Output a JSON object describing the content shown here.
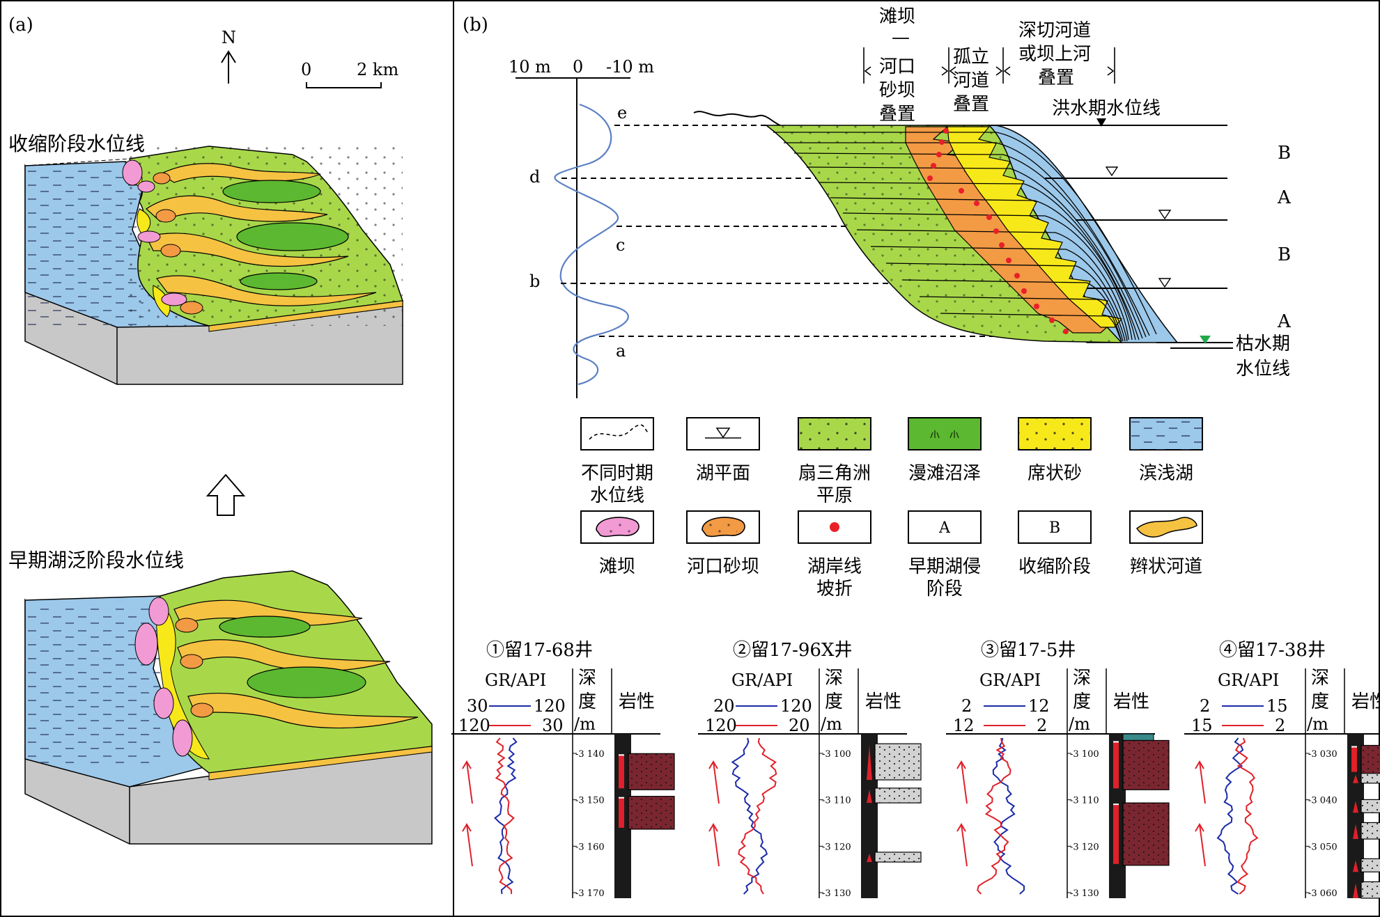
{
  "panel_a": {
    "label": "(a)",
    "north": "N",
    "scale_zero": "0",
    "scale_end": "2 km",
    "top_block_title": "收缩阶段水位线",
    "bottom_block_title": "早期湖泛阶段水位线"
  },
  "panel_b": {
    "label": "(b)",
    "scale_left": "10 m",
    "scale_mid": "0",
    "scale_right": "-10 m",
    "curve_points": [
      "e",
      "d",
      "c",
      "b",
      "a"
    ],
    "zones": [
      {
        "lines": [
          "滩坝",
          "—",
          "河口",
          "砂坝",
          "叠置"
        ]
      },
      {
        "lines": [
          "孤立",
          "河道",
          "叠置"
        ]
      },
      {
        "lines": [
          "深切河道",
          "或坝上河",
          "叠置"
        ]
      }
    ],
    "flood_level": "洪水期水位线",
    "dry_level_l1": "枯水期",
    "dry_level_l2": "水位线",
    "stages": [
      "B",
      "A",
      "B",
      "A"
    ]
  },
  "legend": {
    "items": [
      {
        "lines": [
          "不同时期",
          "水位线"
        ],
        "kind": "dashed",
        "color": "#ffffff"
      },
      {
        "lines": [
          "湖平面"
        ],
        "kind": "triangle",
        "color": "#ffffff"
      },
      {
        "lines": [
          "扇三角洲",
          "平原"
        ],
        "kind": "dots",
        "color": "#a8d84a"
      },
      {
        "lines": [
          "漫滩沼泽"
        ],
        "kind": "grass",
        "color": "#5cb830"
      },
      {
        "lines": [
          "席状砂"
        ],
        "kind": "dots",
        "color": "#f7e81a"
      },
      {
        "lines": [
          "滨浅湖"
        ],
        "kind": "dashes",
        "color": "#9cc8ea"
      },
      {
        "lines": [
          "滩坝"
        ],
        "kind": "blob",
        "color": "#f29ad4"
      },
      {
        "lines": [
          "河口砂坝"
        ],
        "kind": "blob",
        "color": "#f39a45"
      },
      {
        "lines": [
          "湖岸线",
          "坡折"
        ],
        "kind": "reddot",
        "color": "#ffffff"
      },
      {
        "lines": [
          "早期湖侵",
          "阶段"
        ],
        "kind": "letter",
        "letter": "A",
        "color": "#ffffff"
      },
      {
        "lines": [
          "收缩阶段"
        ],
        "kind": "letter",
        "letter": "B",
        "color": "#ffffff"
      },
      {
        "lines": [
          "辫状河道"
        ],
        "kind": "channel",
        "color": "#f5c242"
      }
    ]
  },
  "wells": [
    {
      "title": "①留17-68井",
      "gr": "GR/API",
      "blue_left": "30",
      "blue_right": "120",
      "red_left": "120",
      "red_right": "30",
      "depth_title_1": "深",
      "depth_title_2": "度",
      "depth_unit": "/m",
      "lith": "岩性",
      "depths": [
        "-3 140",
        "-3 150",
        "-3 160",
        "-3 170"
      ]
    },
    {
      "title": "②留17-96X井",
      "gr": "GR/API",
      "blue_left": "20",
      "blue_right": "120",
      "red_left": "120",
      "red_right": "20",
      "depth_title_1": "深",
      "depth_title_2": "度",
      "depth_unit": "/m",
      "lith": "岩性",
      "depths": [
        "-3 100",
        "-3 110",
        "-3 120",
        "-3 130"
      ]
    },
    {
      "title": "③留17-5井",
      "gr": "GR/API",
      "blue_left": "2",
      "blue_right": "12",
      "red_left": "12",
      "red_right": "2",
      "depth_title_1": "深",
      "depth_title_2": "度",
      "depth_unit": "/m",
      "lith": "岩性",
      "depths": [
        "-3 100",
        "-3 110",
        "-3 120",
        "-3 130"
      ]
    },
    {
      "title": "④留17-38井",
      "gr": "GR/API",
      "blue_left": "2",
      "blue_right": "15",
      "red_left": "15",
      "red_right": "2",
      "depth_title_1": "深",
      "depth_title_2": "度",
      "depth_unit": "/m",
      "lith": "岩性",
      "depths": [
        "-3 030",
        "-3 040",
        "-3 050",
        "-3 060"
      ]
    }
  ],
  "colors": {
    "lake": "#9cc8ea",
    "plain": "#a8d84a",
    "marsh": "#5cb830",
    "sheet_sand": "#f7e81a",
    "channel": "#f5c242",
    "mouth_bar": "#f39a45",
    "beach_bar": "#f29ad4",
    "base": "#c8c8c8",
    "mudstone": "#7a2630",
    "sandstone": "#d2d2d2"
  }
}
